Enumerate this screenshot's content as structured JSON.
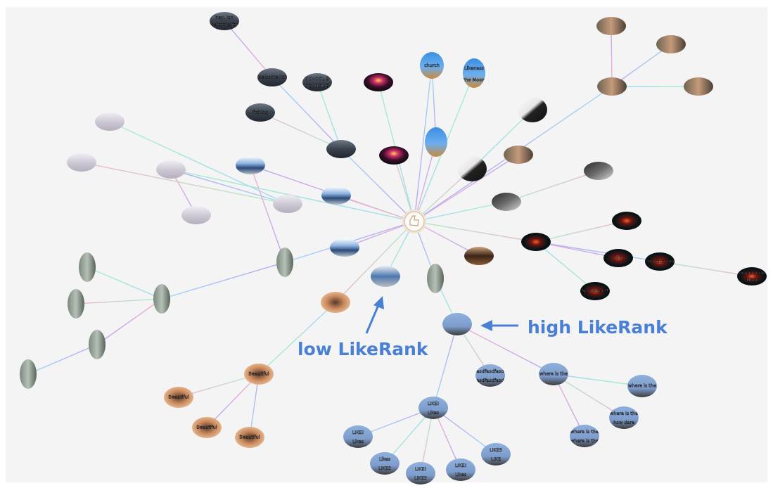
{
  "annotations": {
    "high_label": "high LikeRank",
    "low_label": "low LikeRank"
  },
  "colors": {
    "background": "#f4f4f4",
    "annotation": "#4a7fd6"
  },
  "edge_gradient": [
    "#b9a6f2",
    "#9fd8f5",
    "#a6f0c6",
    "#f2b4cf"
  ],
  "nodes": [
    {
      "id": "hub",
      "thumb": "hub-logo",
      "captions": []
    },
    {
      "id": "jon",
      "thumb": "dark-water",
      "captions": [
        "hey, Jon",
        "welcome Jon"
      ]
    },
    {
      "id": "welcome2",
      "thumb": "dark-water",
      "captions": [
        "welcome Jon"
      ]
    },
    {
      "id": "school",
      "thumb": "dark-water",
      "captions": [
        "SCHOOL B",
        "SCHOOL B"
      ]
    },
    {
      "id": "fishing",
      "thumb": "dark-water",
      "captions": [
        "fishing"
      ]
    },
    {
      "id": "water-hub",
      "thumb": "dark-water",
      "captions": []
    },
    {
      "id": "fireworks1",
      "thumb": "fireworks",
      "captions": []
    },
    {
      "id": "fireworks2",
      "thumb": "fireworks",
      "captions": []
    },
    {
      "id": "church",
      "thumb": "church-tower",
      "captions": [
        "church"
      ]
    },
    {
      "id": "moon",
      "thumb": "church-tower",
      "captions": [
        "Likeness",
        "the Moon"
      ]
    },
    {
      "id": "church2",
      "thumb": "church-tower",
      "captions": []
    },
    {
      "id": "shoe1",
      "thumb": "shoe",
      "captions": []
    },
    {
      "id": "shoe2",
      "thumb": "shoe",
      "captions": []
    },
    {
      "id": "woman1",
      "thumb": "woman",
      "captions": []
    },
    {
      "id": "woman2",
      "thumb": "woman",
      "captions": []
    },
    {
      "id": "woman-hub",
      "thumb": "woman",
      "captions": []
    },
    {
      "id": "woman3",
      "thumb": "woman",
      "captions": []
    },
    {
      "id": "woman4",
      "thumb": "woman",
      "captions": []
    },
    {
      "id": "laptop1",
      "thumb": "laptop",
      "captions": []
    },
    {
      "id": "laptop2",
      "thumb": "laptop",
      "captions": []
    },
    {
      "id": "space-hub",
      "thumb": "space",
      "captions": []
    },
    {
      "id": "space1",
      "thumb": "space",
      "captions": []
    },
    {
      "id": "space2",
      "thumb": "space",
      "captions": [
        "Joh"
      ]
    },
    {
      "id": "space3",
      "thumb": "space",
      "captions": [
        "Jenny first time"
      ]
    },
    {
      "id": "space4",
      "thumb": "space",
      "captions": [
        "Say What?!"
      ]
    },
    {
      "id": "space5",
      "thumb": "space",
      "captions": [
        "Jenny first time",
        "Hmh"
      ]
    },
    {
      "id": "chest",
      "thumb": "chest",
      "captions": []
    },
    {
      "id": "snow1",
      "thumb": "snow",
      "captions": []
    },
    {
      "id": "snow2",
      "thumb": "snow",
      "captions": []
    },
    {
      "id": "snow-hub",
      "thumb": "snow",
      "captions": []
    },
    {
      "id": "snow3",
      "thumb": "snow",
      "captions": []
    },
    {
      "id": "snow4",
      "thumb": "snow",
      "captions": []
    },
    {
      "id": "harbor1",
      "thumb": "harbor",
      "captions": []
    },
    {
      "id": "harbor2",
      "thumb": "harbor",
      "captions": []
    },
    {
      "id": "harbor3",
      "thumb": "harbor",
      "captions": []
    },
    {
      "id": "car",
      "thumb": "car",
      "captions": []
    },
    {
      "id": "pipe1",
      "thumb": "pipe",
      "captions": []
    },
    {
      "id": "pipe2",
      "thumb": "pipe",
      "captions": []
    },
    {
      "id": "pipe3",
      "thumb": "pipe",
      "captions": []
    },
    {
      "id": "pipe4",
      "thumb": "pipe",
      "captions": []
    },
    {
      "id": "pipe5",
      "thumb": "pipe",
      "captions": []
    },
    {
      "id": "pipe6",
      "thumb": "pipe",
      "captions": []
    },
    {
      "id": "pipe7",
      "thumb": "pipe",
      "captions": []
    },
    {
      "id": "otter1",
      "thumb": "otter",
      "captions": []
    },
    {
      "id": "otter-hub",
      "thumb": "otter",
      "captions": [
        "Beautiful"
      ]
    },
    {
      "id": "otter2",
      "thumb": "otter",
      "captions": [
        "Beautiful"
      ]
    },
    {
      "id": "otter3",
      "thumb": "otter",
      "captions": [
        "Beautiful"
      ]
    },
    {
      "id": "otter4",
      "thumb": "otter",
      "captions": [
        "Beautiful"
      ]
    },
    {
      "id": "bird-hub",
      "thumb": "bird",
      "captions": []
    },
    {
      "id": "bird1",
      "thumb": "bird",
      "captions": [
        "asdfasdfasd",
        "asdfasdfasd"
      ]
    },
    {
      "id": "bird2",
      "thumb": "bird",
      "captions": [
        "where is the"
      ]
    },
    {
      "id": "bird3",
      "thumb": "bird",
      "captions": [
        "where is the"
      ]
    },
    {
      "id": "bird4",
      "thumb": "bird",
      "captions": [
        "where is the",
        "how dare"
      ]
    },
    {
      "id": "bird5",
      "thumb": "bird",
      "captions": [
        "where is the",
        "where is the"
      ]
    },
    {
      "id": "bird-like",
      "thumb": "bird",
      "captions": [
        "LIKE!",
        "Likes"
      ]
    },
    {
      "id": "bird6",
      "thumb": "bird",
      "captions": [
        "LIKE!",
        "Likes"
      ]
    },
    {
      "id": "bird7",
      "thumb": "bird",
      "captions": [
        "Likes",
        "LIKES"
      ]
    },
    {
      "id": "bird8",
      "thumb": "bird",
      "captions": [
        "LIKE!",
        "LIKES"
      ]
    },
    {
      "id": "bird9",
      "thumb": "bird",
      "captions": [
        "LIKE!",
        "Likes"
      ]
    },
    {
      "id": "bird10",
      "thumb": "bird",
      "captions": [
        "LIKES",
        "LIKE"
      ]
    }
  ],
  "edges": [
    [
      "hub",
      "water-hub"
    ],
    [
      "hub",
      "fireworks1"
    ],
    [
      "hub",
      "fireworks2"
    ],
    [
      "hub",
      "church2"
    ],
    [
      "hub",
      "church"
    ],
    [
      "hub",
      "moon"
    ],
    [
      "hub",
      "shoe2"
    ],
    [
      "hub",
      "woman1"
    ],
    [
      "hub",
      "woman-hub"
    ],
    [
      "hub",
      "laptop2"
    ],
    [
      "hub",
      "space-hub"
    ],
    [
      "hub",
      "chest"
    ],
    [
      "hub",
      "pipe6"
    ],
    [
      "hub",
      "car"
    ],
    [
      "hub",
      "otter1"
    ],
    [
      "hub",
      "harbor3"
    ],
    [
      "hub",
      "pipe1"
    ],
    [
      "hub",
      "snow-hub"
    ],
    [
      "hub",
      "harbor2"
    ],
    [
      "hub",
      "harbor1"
    ],
    [
      "water-hub",
      "welcome2"
    ],
    [
      "water-hub",
      "school"
    ],
    [
      "water-hub",
      "fishing"
    ],
    [
      "welcome2",
      "jon"
    ],
    [
      "church2",
      "church"
    ],
    [
      "shoe2",
      "shoe1"
    ],
    [
      "laptop2",
      "laptop1"
    ],
    [
      "woman-hub",
      "woman2"
    ],
    [
      "woman-hub",
      "woman3"
    ],
    [
      "woman-hub",
      "woman4"
    ],
    [
      "space-hub",
      "space1"
    ],
    [
      "space-hub",
      "space2"
    ],
    [
      "space-hub",
      "space3"
    ],
    [
      "space-hub",
      "space4"
    ],
    [
      "space3",
      "space5"
    ],
    [
      "snow-hub",
      "snow4"
    ],
    [
      "snow-hub",
      "snow3"
    ],
    [
      "snow3",
      "snow1"
    ],
    [
      "snow3",
      "snow2"
    ],
    [
      "harbor1",
      "pipe1"
    ],
    [
      "pipe1",
      "pipe2"
    ],
    [
      "pipe2",
      "pipe3"
    ],
    [
      "pipe2",
      "pipe4"
    ],
    [
      "pipe2",
      "pipe5"
    ],
    [
      "pipe5",
      "pipe7"
    ],
    [
      "otter1",
      "otter-hub"
    ],
    [
      "otter-hub",
      "otter2"
    ],
    [
      "otter-hub",
      "otter3"
    ],
    [
      "otter-hub",
      "otter4"
    ],
    [
      "pipe6",
      "bird-hub"
    ],
    [
      "bird-hub",
      "bird1"
    ],
    [
      "bird-hub",
      "bird2"
    ],
    [
      "bird-hub",
      "bird-like"
    ],
    [
      "bird2",
      "bird3"
    ],
    [
      "bird2",
      "bird4"
    ],
    [
      "bird2",
      "bird5"
    ],
    [
      "bird-like",
      "bird6"
    ],
    [
      "bird-like",
      "bird7"
    ],
    [
      "bird-like",
      "bird8"
    ],
    [
      "bird-like",
      "bird9"
    ],
    [
      "bird-like",
      "bird10"
    ]
  ]
}
